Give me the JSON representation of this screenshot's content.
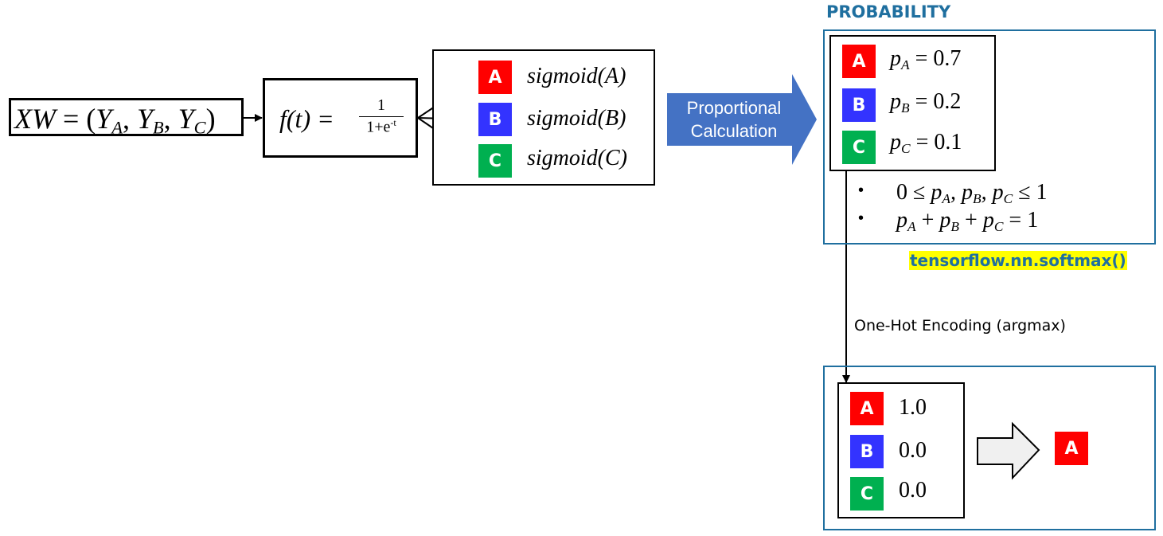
{
  "input_box": {
    "lhs": "XW",
    "eq": "=",
    "open": "(",
    "y": "Y",
    "subs": [
      "A",
      "B",
      "C"
    ],
    "close": ")"
  },
  "activation": {
    "lhs": "f(t) =",
    "numerator": "1",
    "denominator_base": "1+e",
    "denominator_exp": "-t"
  },
  "sigmoid_outputs": [
    {
      "badge": "A",
      "color": "#ff0000",
      "text": "sigmoid(A)"
    },
    {
      "badge": "B",
      "color": "#3333ff",
      "text": "sigmoid(B)"
    },
    {
      "badge": "C",
      "color": "#00b050",
      "text": "sigmoid(C)"
    }
  ],
  "big_arrow": {
    "line1": "Proportional",
    "line2": "Calculation",
    "color": "#4472c4"
  },
  "probability": {
    "title": "PROBABILITY",
    "title_color": "#1f6f9f",
    "items": [
      {
        "badge": "A",
        "sub": "A",
        "value": "0.7"
      },
      {
        "badge": "B",
        "sub": "B",
        "value": "0.2"
      },
      {
        "badge": "C",
        "sub": "C",
        "value": "0.1"
      }
    ],
    "constraints": [
      {
        "bullet": "•",
        "text_html": "0 ≤ p_A, p_B, p_C ≤ 1"
      },
      {
        "bullet": "•",
        "text_html": "p_A + p_B + p_C = 1"
      }
    ],
    "function_label": "tensorflow.nn.softmax()",
    "function_highlight": "#ffff00"
  },
  "connector_label": "One-Hot Encoding (argmax)",
  "one_hot": {
    "items": [
      {
        "badge": "A",
        "value": "1.0"
      },
      {
        "badge": "B",
        "value": "0.0"
      },
      {
        "badge": "C",
        "value": "0.0"
      }
    ],
    "result_badge": "A"
  }
}
